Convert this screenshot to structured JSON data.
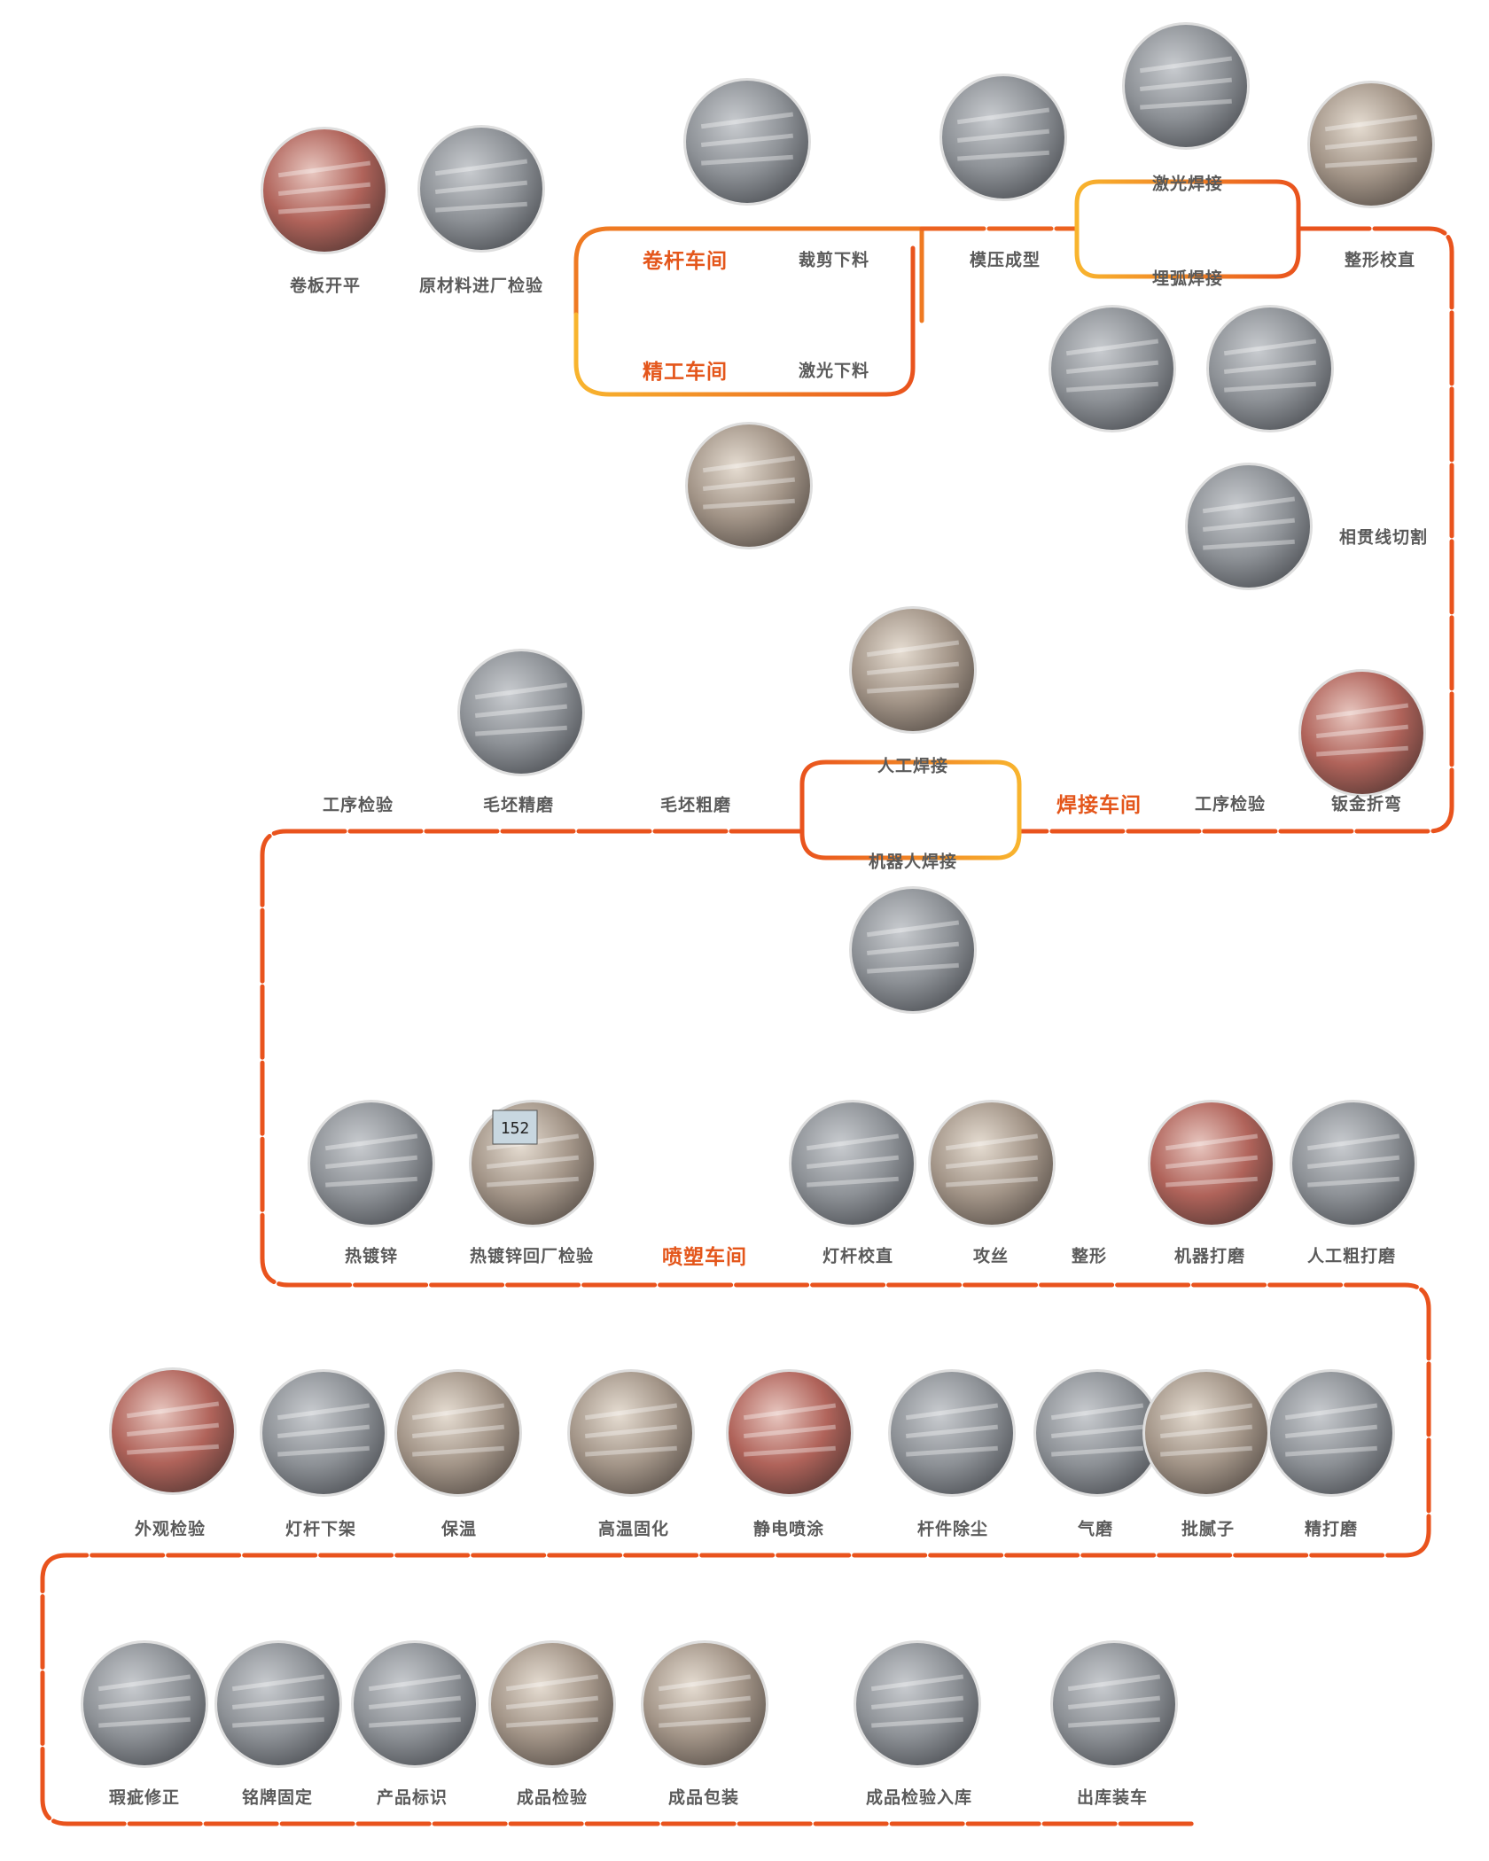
{
  "colors": {
    "path_start": "#f8b42e",
    "path_end": "#e9531d",
    "label": "#5a5a5a",
    "workshop": "#e4561b",
    "photo_ring": "#dedede"
  },
  "labels": {
    "l01": "卷板开平",
    "l02": "原材料进厂检验",
    "w1": "卷杆车间",
    "l03": "裁剪下料",
    "w2": "精工车间",
    "l04": "激光下料",
    "l05": "模压成型",
    "l06": "激光焊接",
    "l07": "埋弧焊接",
    "l08": "整形校直",
    "l09": "相贯线切割",
    "l10": "钣金折弯",
    "l11": "工序检验",
    "w3": "焊接车间",
    "l12": "人工焊接",
    "l13": "机器人焊接",
    "l14": "毛坯粗磨",
    "l15": "毛坯精磨",
    "l16": "工序检验",
    "l17": "热镀锌",
    "l18": "热镀锌回厂检验",
    "w4": "喷塑车间",
    "l19": "灯杆校直",
    "l20": "攻丝",
    "l21": "整形",
    "l22": "机器打磨",
    "l23": "人工粗打磨",
    "l24": "外观检验",
    "l25": "灯杆下架",
    "l26": "保温",
    "l27": "高温固化",
    "l28": "静电喷涂",
    "l29": "杆件除尘",
    "l30": "气磨",
    "l31": "批腻子",
    "l32": "精打磨",
    "l33": "瑕疵修正",
    "l34": "铭牌固定",
    "l35": "产品标识",
    "l36": "成品检验",
    "l37": "成品包装",
    "l38": "成品检验入库",
    "l39": "出库装车"
  },
  "gauge_reading": "152",
  "photo_icons": [
    "factory-photo-icon"
  ]
}
